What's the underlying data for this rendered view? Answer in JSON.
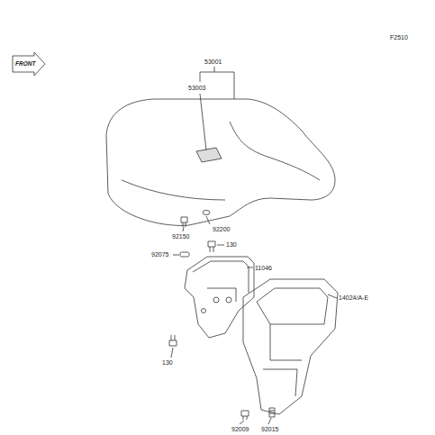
{
  "diagram": {
    "labels": [
      "FRONT",
      "F2510",
      "53001",
      "53003",
      "92200",
      "92150",
      "92075",
      "130",
      "11046",
      "14024/A-E",
      "130",
      "92009",
      "92015"
    ]
  }
}
